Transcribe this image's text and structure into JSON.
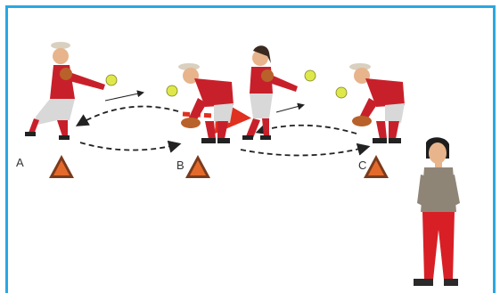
{
  "illustration": {
    "description_free": true,
    "colors": {
      "border": "#29a8e0",
      "jersey": "#c8202a",
      "socks": "#c8202a",
      "pants": "#d8d8d8",
      "cap": "#d9d0c0",
      "skin": "#e7b48c",
      "ball": "#dfe84a",
      "cone_outer": "#7a3b1c",
      "cone_inner": "#e46a2c",
      "glove": "#b9612a",
      "coach_shirt": "#8f8577",
      "coach_pants": "#d81f26",
      "coach_hair": "#1d1d1d",
      "path": "#222222"
    },
    "stations": [
      {
        "label": "A"
      },
      {
        "label": "B"
      },
      {
        "label": "C"
      }
    ]
  }
}
